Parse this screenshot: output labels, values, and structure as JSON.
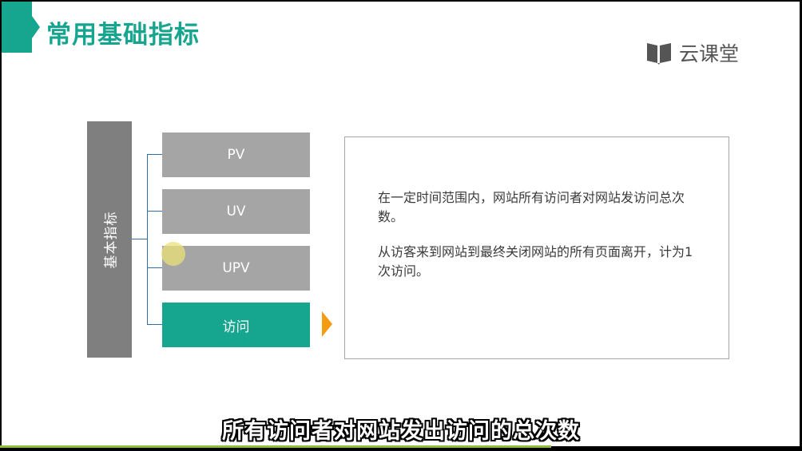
{
  "slide": {
    "title": "常用基础指标",
    "accent_color": "#16a58e",
    "brand": {
      "name": "云课堂",
      "icon": "book-logo-icon"
    }
  },
  "diagram": {
    "root_label": "基本指标",
    "items": [
      {
        "label": "PV",
        "active": false
      },
      {
        "label": "UV",
        "active": false
      },
      {
        "label": "UPV",
        "active": false
      },
      {
        "label": "访问",
        "active": true
      }
    ],
    "pointer_icon": "triangle-right-icon",
    "pointer_color": "#f39c12"
  },
  "description": {
    "paragraph1": "在一定时间范围内，网站所有访问者对网站发访问总次数。",
    "paragraph2": "从访客来到网站到最终关闭网站的所有页面离开，计为1次访问。"
  },
  "caption": {
    "text": "所有访问者对网站发出访问的总次数"
  }
}
